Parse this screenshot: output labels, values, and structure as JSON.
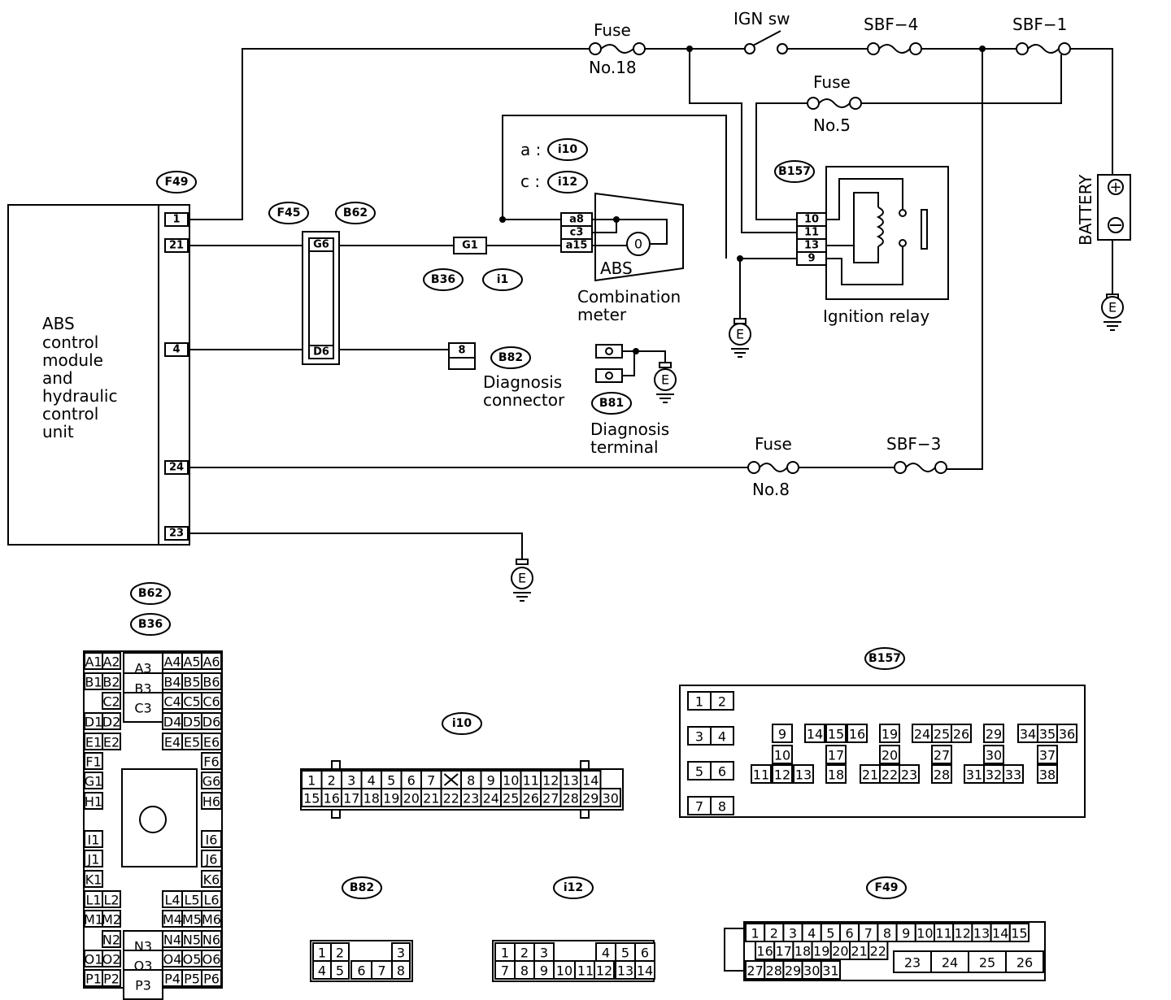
{
  "labels": {
    "fuse18_a": "Fuse",
    "fuse18_b": "No.18",
    "ign_sw": "IGN sw",
    "sbf4": "SBF−4",
    "sbf1": "SBF−1",
    "fuse5_a": "Fuse",
    "fuse5_b": "No.5",
    "battery": "BATTERY",
    "abs_unit": [
      "ABS",
      "control",
      "module",
      "and",
      "hydraulic",
      "control",
      "unit"
    ],
    "abs_meter": "ABS",
    "combo_meter_a": "Combination",
    "combo_meter_b": "meter",
    "ignition_relay": "Ignition relay",
    "diag_conn_a": "Diagnosis",
    "diag_conn_b": "connector",
    "diag_term_a": "Diagnosis",
    "diag_term_b": "terminal",
    "fuse8_a": "Fuse",
    "fuse8_b": "No.8",
    "sbf3": "SBF−3",
    "a_prefix": "a :",
    "c_prefix": "c :",
    "ground": "E",
    "meter_symbol": "0"
  },
  "connector_tags": {
    "f49": "F49",
    "f45": "F45",
    "b62": "B62",
    "b36": "B36",
    "i1": "i1",
    "i10": "i10",
    "i12": "i12",
    "b157": "B157",
    "b82": "B82",
    "b81": "B81"
  },
  "pins": {
    "f49_pins": [
      "1",
      "21",
      "4",
      "24",
      "23"
    ],
    "f45_pins": [
      "G6",
      "D6"
    ],
    "g1": "G1",
    "b82_pin": "8",
    "meter_pins": [
      "a8",
      "c3",
      "a15"
    ],
    "relay_pins": [
      "10",
      "11",
      "13",
      "9"
    ]
  },
  "bottom": {
    "b62_tag": "B62",
    "b36_tag": "B36",
    "b62_left": [
      "A1",
      "A2",
      "B1",
      "B2",
      "C2",
      "D1",
      "D2",
      "E1",
      "E2",
      "F1",
      "G1",
      "H1",
      "I1",
      "J1",
      "K1",
      "L1",
      "L2",
      "M1",
      "M2",
      "N2",
      "O1",
      "O2",
      "P1",
      "P2"
    ],
    "b62_mid": [
      "A3",
      "B3",
      "C3",
      "N3",
      "O3",
      "P3"
    ],
    "b62_right": [
      "A4",
      "A5",
      "A6",
      "B4",
      "B5",
      "B6",
      "C4",
      "C5",
      "C6",
      "D4",
      "D5",
      "D6",
      "E4",
      "E5",
      "E6",
      "F6",
      "G6",
      "H6",
      "I6",
      "J6",
      "K6",
      "L4",
      "L5",
      "L6",
      "M4",
      "M5",
      "M6",
      "N4",
      "N5",
      "N6",
      "O4",
      "O5",
      "O6",
      "P4",
      "P5",
      "P6"
    ],
    "i10_tag": "i10",
    "i10_row1": [
      "1",
      "2",
      "3",
      "4",
      "5",
      "6",
      "7",
      "",
      "8",
      "9",
      "10",
      "11",
      "12",
      "13",
      "14"
    ],
    "i10_row2": [
      "15",
      "16",
      "17",
      "18",
      "19",
      "20",
      "21",
      "22",
      "23",
      "24",
      "25",
      "26",
      "27",
      "28",
      "29",
      "30"
    ],
    "b157_tag": "B157",
    "b157_left": [
      "1",
      "2",
      "3",
      "4",
      "5",
      "6",
      "7",
      "8"
    ],
    "b157_groups": [
      "9",
      "10",
      "11",
      "12",
      "13",
      "14",
      "15",
      "16",
      "17",
      "18",
      "19",
      "20",
      "21",
      "22",
      "23",
      "24",
      "25",
      "26",
      "27",
      "28",
      "29",
      "30",
      "31",
      "32",
      "33",
      "34",
      "35",
      "36",
      "37",
      "38"
    ],
    "b82_tag": "B82",
    "b82_row1": [
      "1",
      "2",
      "3"
    ],
    "b82_row2": [
      "4",
      "5",
      "6",
      "7",
      "8"
    ],
    "i12_tag": "i12",
    "i12_row1": [
      "1",
      "2",
      "3",
      "4",
      "5",
      "6"
    ],
    "i12_row2": [
      "7",
      "8",
      "9",
      "10",
      "11",
      "12",
      "13",
      "14"
    ],
    "f49_tag": "F49",
    "f49_row1": [
      "1",
      "2",
      "3",
      "4",
      "5",
      "6",
      "7",
      "8",
      "9",
      "10",
      "11",
      "12",
      "13",
      "14",
      "15"
    ],
    "f49_row2": [
      "16",
      "17",
      "18",
      "19",
      "20",
      "21",
      "22"
    ],
    "f49_row3": [
      "27",
      "28",
      "29",
      "30",
      "31"
    ],
    "f49_big": [
      "23",
      "24",
      "25",
      "26"
    ]
  }
}
